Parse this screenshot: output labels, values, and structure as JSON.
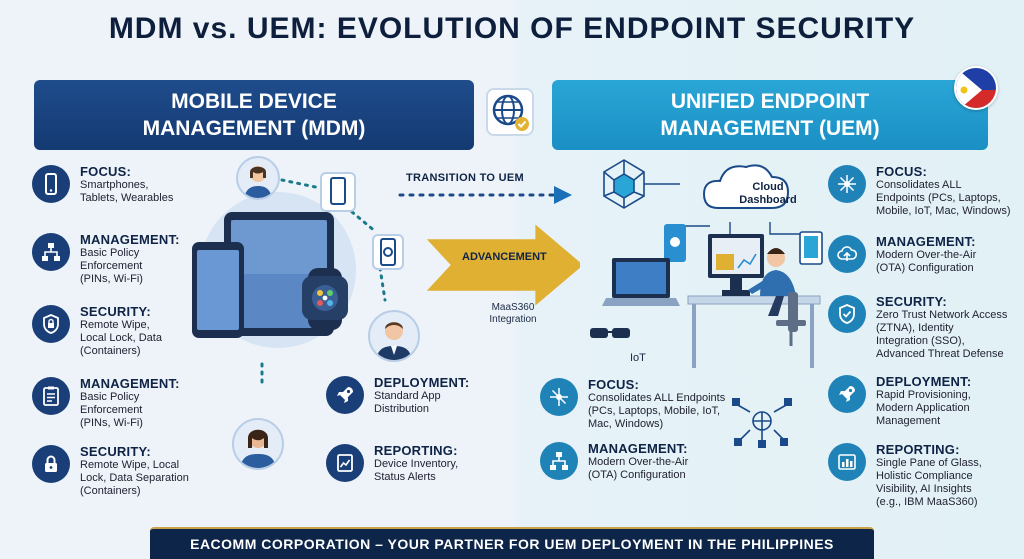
{
  "title": "MDM vs. UEM: EVOLUTION OF ENDPOINT SECURITY",
  "left_banner": {
    "line1": "MOBILE DEVICE",
    "line2": "MANAGEMENT (MDM)"
  },
  "right_banner": {
    "line1": "UNIFIED ENDPOINT",
    "line2": "MANAGEMENT (UEM)"
  },
  "center": {
    "transition": "TRANSITION TO UEM",
    "advancement": "ADVANCEMENT",
    "maas_line1": "MaaS360",
    "maas_line2": "Integration"
  },
  "mdm_features": [
    {
      "label": "FOCUS:",
      "desc": [
        "Smartphones,",
        "Tablets, Wearables"
      ],
      "icon": "smartphone-icon"
    },
    {
      "label": "MANAGEMENT:",
      "desc": [
        "Basic Policy",
        "Enforcement",
        "(PINs, Wi-Fi)"
      ],
      "icon": "hierarchy-icon"
    },
    {
      "label": "SECURITY:",
      "desc": [
        "Remote Wipe,",
        "Local Lock, Data",
        "(Containers)"
      ],
      "icon": "shield-lock-icon"
    },
    {
      "label": "MANAGEMENT:",
      "desc": [
        "Basic Policy",
        "Enforcement",
        "(PINs, Wi-Fi)"
      ],
      "icon": "clipboard-icon"
    },
    {
      "label": "SECURITY:",
      "desc": [
        "Remote Wipe, Local",
        "Lock, Data Separation",
        "(Containers)"
      ],
      "icon": "padlock-icon"
    }
  ],
  "mdm_center_features": [
    {
      "label": "DEPLOYMENT:",
      "desc": [
        "Standard App",
        "Distribution"
      ],
      "icon": "rocket-icon"
    },
    {
      "label": "REPORTING:",
      "desc": [
        "Device Inventory,",
        "Status Alerts"
      ],
      "icon": "report-icon"
    }
  ],
  "uem_center_features": [
    {
      "label": "FOCUS:",
      "desc": [
        "Consolidates ALL Endpoints",
        "(PCs, Laptops, Mobile, IoT,",
        "Mac, Windows)"
      ],
      "icon": "network-icon"
    },
    {
      "label": "MANAGEMENT:",
      "desc": [
        "Modern Over-the-Air",
        "(OTA) Configuration"
      ],
      "icon": "hierarchy-icon"
    }
  ],
  "uem_features": [
    {
      "label": "FOCUS:",
      "desc": [
        "Consolidates ALL",
        "Endpoints (PCs, Laptops,",
        "Mobile, IoT, Mac, Windows)"
      ],
      "icon": "network-icon"
    },
    {
      "label": "MANAGEMENT:",
      "desc": [
        "Modern Over-the-Air",
        "(OTA) Configuration"
      ],
      "icon": "cloud-upload-icon"
    },
    {
      "label": "SECURITY:",
      "desc": [
        "Zero Trust Network Access",
        "(ZTNA), Identity",
        "Integration (SSO),",
        "Advanced Threat Defense"
      ],
      "icon": "shield-check-icon"
    },
    {
      "label": "DEPLOYMENT:",
      "desc": [
        "Rapid Provisioning,",
        "Modern Application",
        "Management"
      ],
      "icon": "rocket-icon"
    },
    {
      "label": "REPORTING:",
      "desc": [
        "Single Pane of Glass,",
        "Holistic Compliance",
        "Visibility, AI Insights",
        "(e.g., IBM MaaS360)"
      ],
      "icon": "dashboard-icon"
    }
  ],
  "illustration": {
    "cloud_line1": "Cloud",
    "cloud_line2": "Dashboard",
    "iot": "IoT"
  },
  "footer": "EACOMM CORPORATION – YOUR PARTNER FOR UEM DEPLOYMENT IN THE PHILIPPINES",
  "colors": {
    "navy": "#143a72",
    "teal": "#1a8fc4",
    "gold": "#d9a92c",
    "footer": "#0d2548"
  }
}
